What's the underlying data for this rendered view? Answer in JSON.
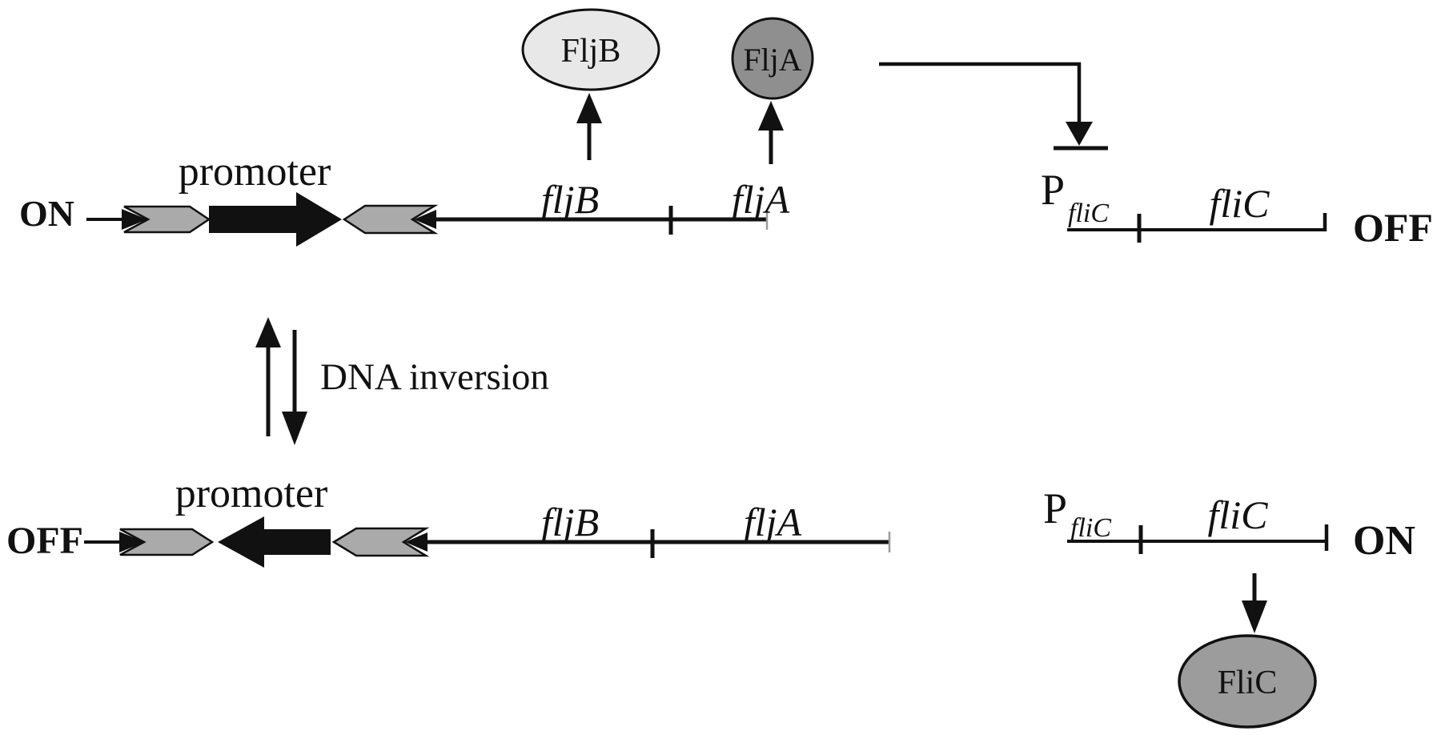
{
  "colors": {
    "ink": "#111111",
    "background": "#ffffff",
    "fljb_protein_fill": "#e8e8e8",
    "flja_protein_fill": "#8f8f8f",
    "flic_protein_fill": "#9c9c9c",
    "recombination_site_fill": "#aaaaaa",
    "faint_tick": "#9a9a9a"
  },
  "top_row": {
    "state_label": "ON",
    "promoter_label": "promoter",
    "gene_fljB": "fljB",
    "gene_fljA": "fljA"
  },
  "proteins": {
    "fljB": "FljB",
    "fljA": "FljA",
    "fliC": "FliC"
  },
  "fliC_locus_top": {
    "promoter_symbol": "P",
    "promoter_subscript": "fliC",
    "gene": "fliC",
    "state_label": "OFF"
  },
  "inversion": {
    "label": "DNA inversion"
  },
  "bottom_row": {
    "state_label": "OFF",
    "promoter_label": "promoter",
    "gene_fljB": "fljB",
    "gene_fljA": "fljA"
  },
  "fliC_locus_bottom": {
    "promoter_symbol": "P",
    "promoter_subscript": "fliC",
    "gene": "fliC",
    "state_label": "ON"
  }
}
